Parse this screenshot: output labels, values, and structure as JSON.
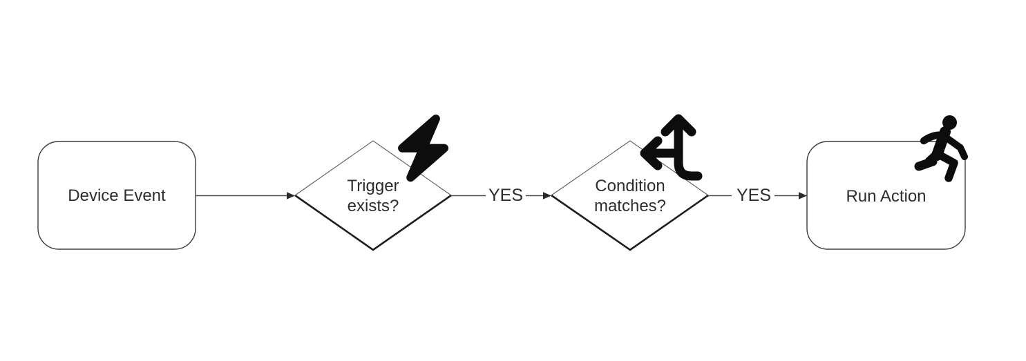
{
  "diagram": {
    "background": "#ffffff",
    "shape_stroke": "#3c3c3c",
    "diamond_top_stroke": "#5a5a5a",
    "diamond_bottom_stroke": "#1e1e1e",
    "line_stroke": "#4a4a4a",
    "icon_color": "#0d0d0d",
    "text_color": "#2d2d2d",
    "nodes": [
      {
        "id": "device-event",
        "shape": "rounded-rectangle",
        "label": "Device Event",
        "icon": null
      },
      {
        "id": "trigger-exists",
        "shape": "diamond",
        "label": "Trigger exists?",
        "icon": "lightning-bolt-icon"
      },
      {
        "id": "condition-matches",
        "shape": "diamond",
        "label": "Condition matches?",
        "icon": "split-directions-icon"
      },
      {
        "id": "run-action",
        "shape": "rounded-rectangle",
        "label": "Run Action",
        "icon": "running-person-icon"
      }
    ],
    "edges": [
      {
        "from": "device-event",
        "to": "trigger-exists",
        "label": ""
      },
      {
        "from": "trigger-exists",
        "to": "condition-matches",
        "label": "YES"
      },
      {
        "from": "condition-matches",
        "to": "run-action",
        "label": "YES"
      }
    ]
  }
}
